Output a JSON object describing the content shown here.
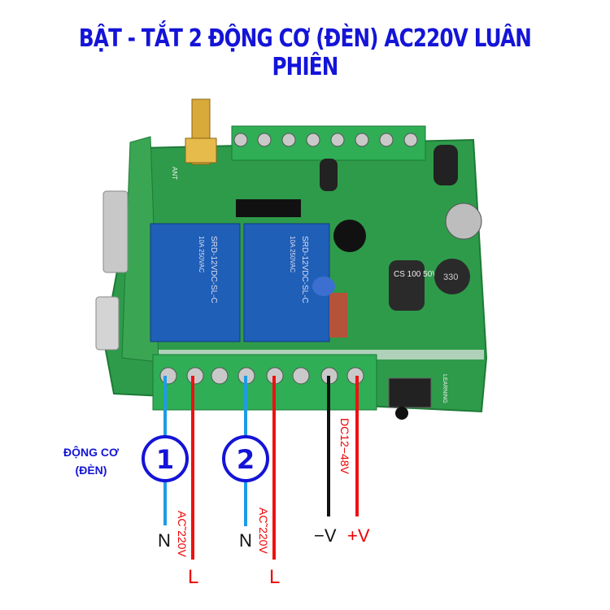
{
  "title": "BẬT - TẮT 2 ĐỘNG CƠ (ĐÈN) AC220V LUÂN PHIÊN",
  "motor_label": {
    "line1": "ĐỘNG CƠ",
    "line2": "(ĐÈN)"
  },
  "channels": [
    {
      "number": "1",
      "neutral": "N",
      "live": "L",
      "voltage": "AC˜220V"
    },
    {
      "number": "2",
      "neutral": "N",
      "live": "L",
      "voltage": "AC˜220V"
    }
  ],
  "power": {
    "minus": "−V",
    "plus": "+V",
    "range": "DC12−48V"
  },
  "board": {
    "relay_text": "SRD-12VDC-SL-C",
    "relay_rating": "10A 250VAC",
    "cap_text": "CS 100 50V",
    "inductor_text": "330",
    "button_text": "LEARNING",
    "antenna_text": "ANT"
  },
  "colors": {
    "title": "#1414d8",
    "neutral_wire": "#1e9be6",
    "live_wire": "#ee1111",
    "ground_wire": "#111111",
    "pcb": "#2e9b4a",
    "relay": "#1f5fb8"
  }
}
